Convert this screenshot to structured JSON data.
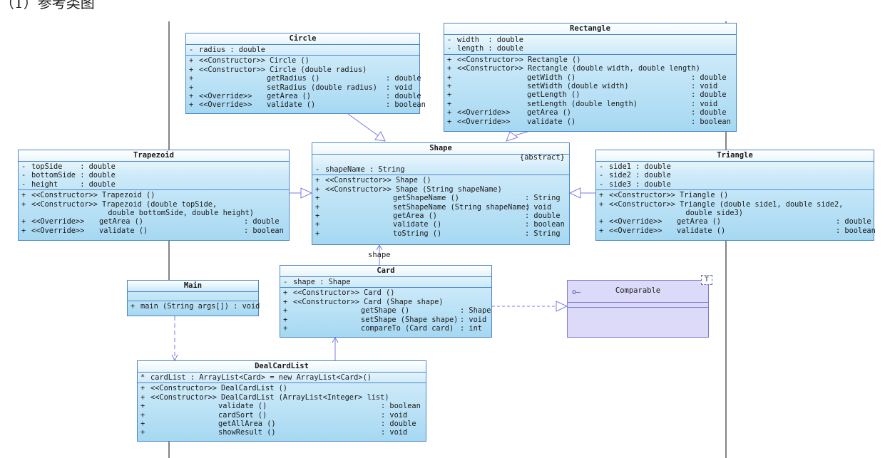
{
  "heading": "（1）参考类图",
  "colors": {
    "class_border": "#4a86c8",
    "class_fill": "#a6d8f2",
    "interface_fill": "#dcdaf8",
    "line": "#7b7be0"
  },
  "classes": {
    "circle": {
      "name": "Circle",
      "attributes": [
        {
          "vis": "-",
          "text": "radius : double"
        }
      ],
      "operations": [
        {
          "vis": "+",
          "st": "<<Constructor>>",
          "name": "Circle ()",
          "ret": ""
        },
        {
          "vis": "+",
          "st": "<<Constructor>>",
          "name": "Circle (double radius)",
          "ret": ""
        },
        {
          "vis": "+",
          "st": "",
          "name": "getRadius ()",
          "ret": ": double"
        },
        {
          "vis": "+",
          "st": "",
          "name": "setRadius (double radius)",
          "ret": ": void"
        },
        {
          "vis": "+",
          "st": "<<Override>>",
          "name": "getArea ()",
          "ret": ": double"
        },
        {
          "vis": "+",
          "st": "<<Override>>",
          "name": "validate ()",
          "ret": ": boolean"
        }
      ]
    },
    "rectangle": {
      "name": "Rectangle",
      "attributes": [
        {
          "vis": "-",
          "text": "width  : double"
        },
        {
          "vis": "-",
          "text": "length : double"
        }
      ],
      "operations": [
        {
          "vis": "+",
          "st": "<<Constructor>>",
          "name": "Rectangle ()",
          "ret": ""
        },
        {
          "vis": "+",
          "st": "<<Constructor>>",
          "name": "Rectangle (double width, double length)",
          "ret": ""
        },
        {
          "vis": "+",
          "st": "",
          "name": "getWidth ()",
          "ret": ": double"
        },
        {
          "vis": "+",
          "st": "",
          "name": "setWidth (double width)",
          "ret": ": void"
        },
        {
          "vis": "+",
          "st": "",
          "name": "getLength ()",
          "ret": ": double"
        },
        {
          "vis": "+",
          "st": "",
          "name": "setLength (double length)",
          "ret": ": void"
        },
        {
          "vis": "+",
          "st": "<<Override>>",
          "name": "getArea ()",
          "ret": ": double"
        },
        {
          "vis": "+",
          "st": "<<Override>>",
          "name": "validate ()",
          "ret": ": boolean"
        }
      ]
    },
    "trapezoid": {
      "name": "Trapezoid",
      "attributes": [
        {
          "vis": "-",
          "text": "topSide    : double"
        },
        {
          "vis": "-",
          "text": "bottomSide : double"
        },
        {
          "vis": "-",
          "text": "height     : double"
        }
      ],
      "operations": [
        {
          "vis": "+",
          "st": "<<Constructor>>",
          "name": "Trapezoid ()",
          "ret": ""
        },
        {
          "vis": "+",
          "st": "<<Constructor>>",
          "name": "Trapezoid (double topSide,",
          "ret": ""
        },
        {
          "vis": "",
          "st": "",
          "name": "  double bottomSide, double height)",
          "ret": ""
        },
        {
          "vis": "+",
          "st": "<<Override>>",
          "name": "getArea ()",
          "ret": ": double"
        },
        {
          "vis": "+",
          "st": "<<Override>>",
          "name": "validate ()",
          "ret": ": boolean"
        }
      ]
    },
    "shape": {
      "name": "Shape",
      "stereotype": "{abstract}",
      "attributes": [
        {
          "vis": "-",
          "text": "shapeName : String"
        }
      ],
      "operations": [
        {
          "vis": "+",
          "st": "<<Constructor>>",
          "name": "Shape ()",
          "ret": ""
        },
        {
          "vis": "+",
          "st": "<<Constructor>>",
          "name": "Shape (String shapeName)",
          "ret": ""
        },
        {
          "vis": "+",
          "st": "",
          "name": "getShapeName ()",
          "ret": ": String"
        },
        {
          "vis": "+",
          "st": "",
          "name": "setShapeName (String shapeName)",
          "ret": ": void"
        },
        {
          "vis": "+",
          "st": "",
          "name": "getArea ()",
          "ret": ": double"
        },
        {
          "vis": "+",
          "st": "",
          "name": "validate ()",
          "ret": ": boolean"
        },
        {
          "vis": "+",
          "st": "",
          "name": "toString ()",
          "ret": ": String"
        }
      ]
    },
    "triangle": {
      "name": "Triangle",
      "attributes": [
        {
          "vis": "-",
          "text": "side1 : double"
        },
        {
          "vis": "-",
          "text": "side2 : double"
        },
        {
          "vis": "-",
          "text": "side3 : double"
        }
      ],
      "operations": [
        {
          "vis": "+",
          "st": "<<Constructor>>",
          "name": "Triangle ()",
          "ret": ""
        },
        {
          "vis": "+",
          "st": "<<Constructor>>",
          "name": "Triangle (double side1, double side2,",
          "ret": ""
        },
        {
          "vis": "",
          "st": "",
          "name": "  double side3)",
          "ret": ""
        },
        {
          "vis": "+",
          "st": "<<Override>>",
          "name": "getArea ()",
          "ret": ": double"
        },
        {
          "vis": "+",
          "st": "<<Override>>",
          "name": "validate ()",
          "ret": ": boolean"
        }
      ]
    },
    "main": {
      "name": "Main",
      "attributes": [],
      "operations": [
        {
          "vis": "+",
          "st": "",
          "name": "main (String args[]) : void",
          "ret": ""
        }
      ]
    },
    "card": {
      "name": "Card",
      "attributes": [
        {
          "vis": "-",
          "text": "shape : Shape"
        }
      ],
      "operations": [
        {
          "vis": "+",
          "st": "<<Constructor>>",
          "name": "Card ()",
          "ret": ""
        },
        {
          "vis": "+",
          "st": "<<Constructor>>",
          "name": "Card (Shape shape)",
          "ret": ""
        },
        {
          "vis": "+",
          "st": "",
          "name": "getShape ()",
          "ret": ": Shape"
        },
        {
          "vis": "+",
          "st": "",
          "name": "setShape (Shape shape)",
          "ret": ": void"
        },
        {
          "vis": "+",
          "st": "",
          "name": "compareTo (Card card)",
          "ret": ": int"
        }
      ]
    },
    "dealcardlist": {
      "name": "DealCardList",
      "attributes": [
        {
          "vis": "*",
          "text": "cardList : ArrayList<Card> = new ArrayList<Card>()"
        }
      ],
      "operations": [
        {
          "vis": "+",
          "st": "<<Constructor>>",
          "name": "DealCardList ()",
          "ret": ""
        },
        {
          "vis": "+",
          "st": "<<Constructor>>",
          "name": "DealCardList (ArrayList<Integer> list)",
          "ret": ""
        },
        {
          "vis": "+",
          "st": "",
          "name": "validate ()",
          "ret": ": boolean"
        },
        {
          "vis": "+",
          "st": "",
          "name": "cardSort ()",
          "ret": ": void"
        },
        {
          "vis": "+",
          "st": "",
          "name": "getAllArea ()",
          "ret": ": double"
        },
        {
          "vis": "+",
          "st": "",
          "name": "showResult ()",
          "ret": ": void"
        }
      ]
    }
  },
  "interface": {
    "name": "Comparable",
    "type_param": "T"
  },
  "association_label": "shape"
}
